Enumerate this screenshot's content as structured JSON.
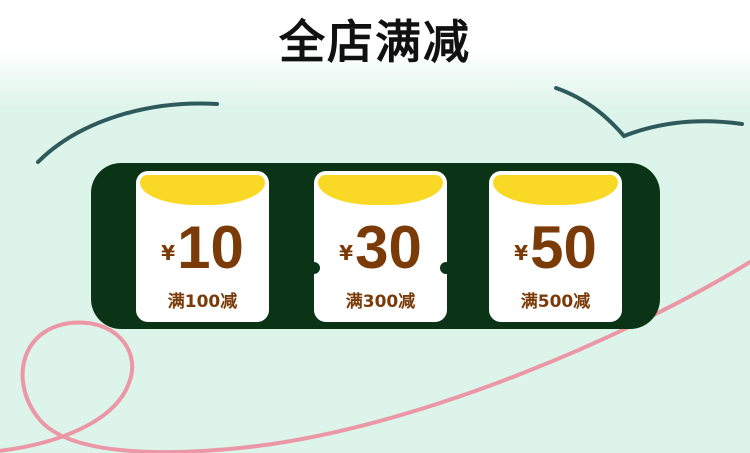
{
  "title": "全店满减",
  "currency_symbol": "¥",
  "coupons": [
    {
      "amount": "10",
      "condition": "满100减"
    },
    {
      "amount": "30",
      "condition": "满300减"
    },
    {
      "amount": "50",
      "condition": "满500减"
    }
  ],
  "colors": {
    "background": "#ddf4ea",
    "banner": "#0b3417",
    "coupon_cap": "#f9d925",
    "coupon_text": "#7a3b09",
    "accent_line": "#2f5a5c",
    "pink_line": "#ec97a6"
  }
}
